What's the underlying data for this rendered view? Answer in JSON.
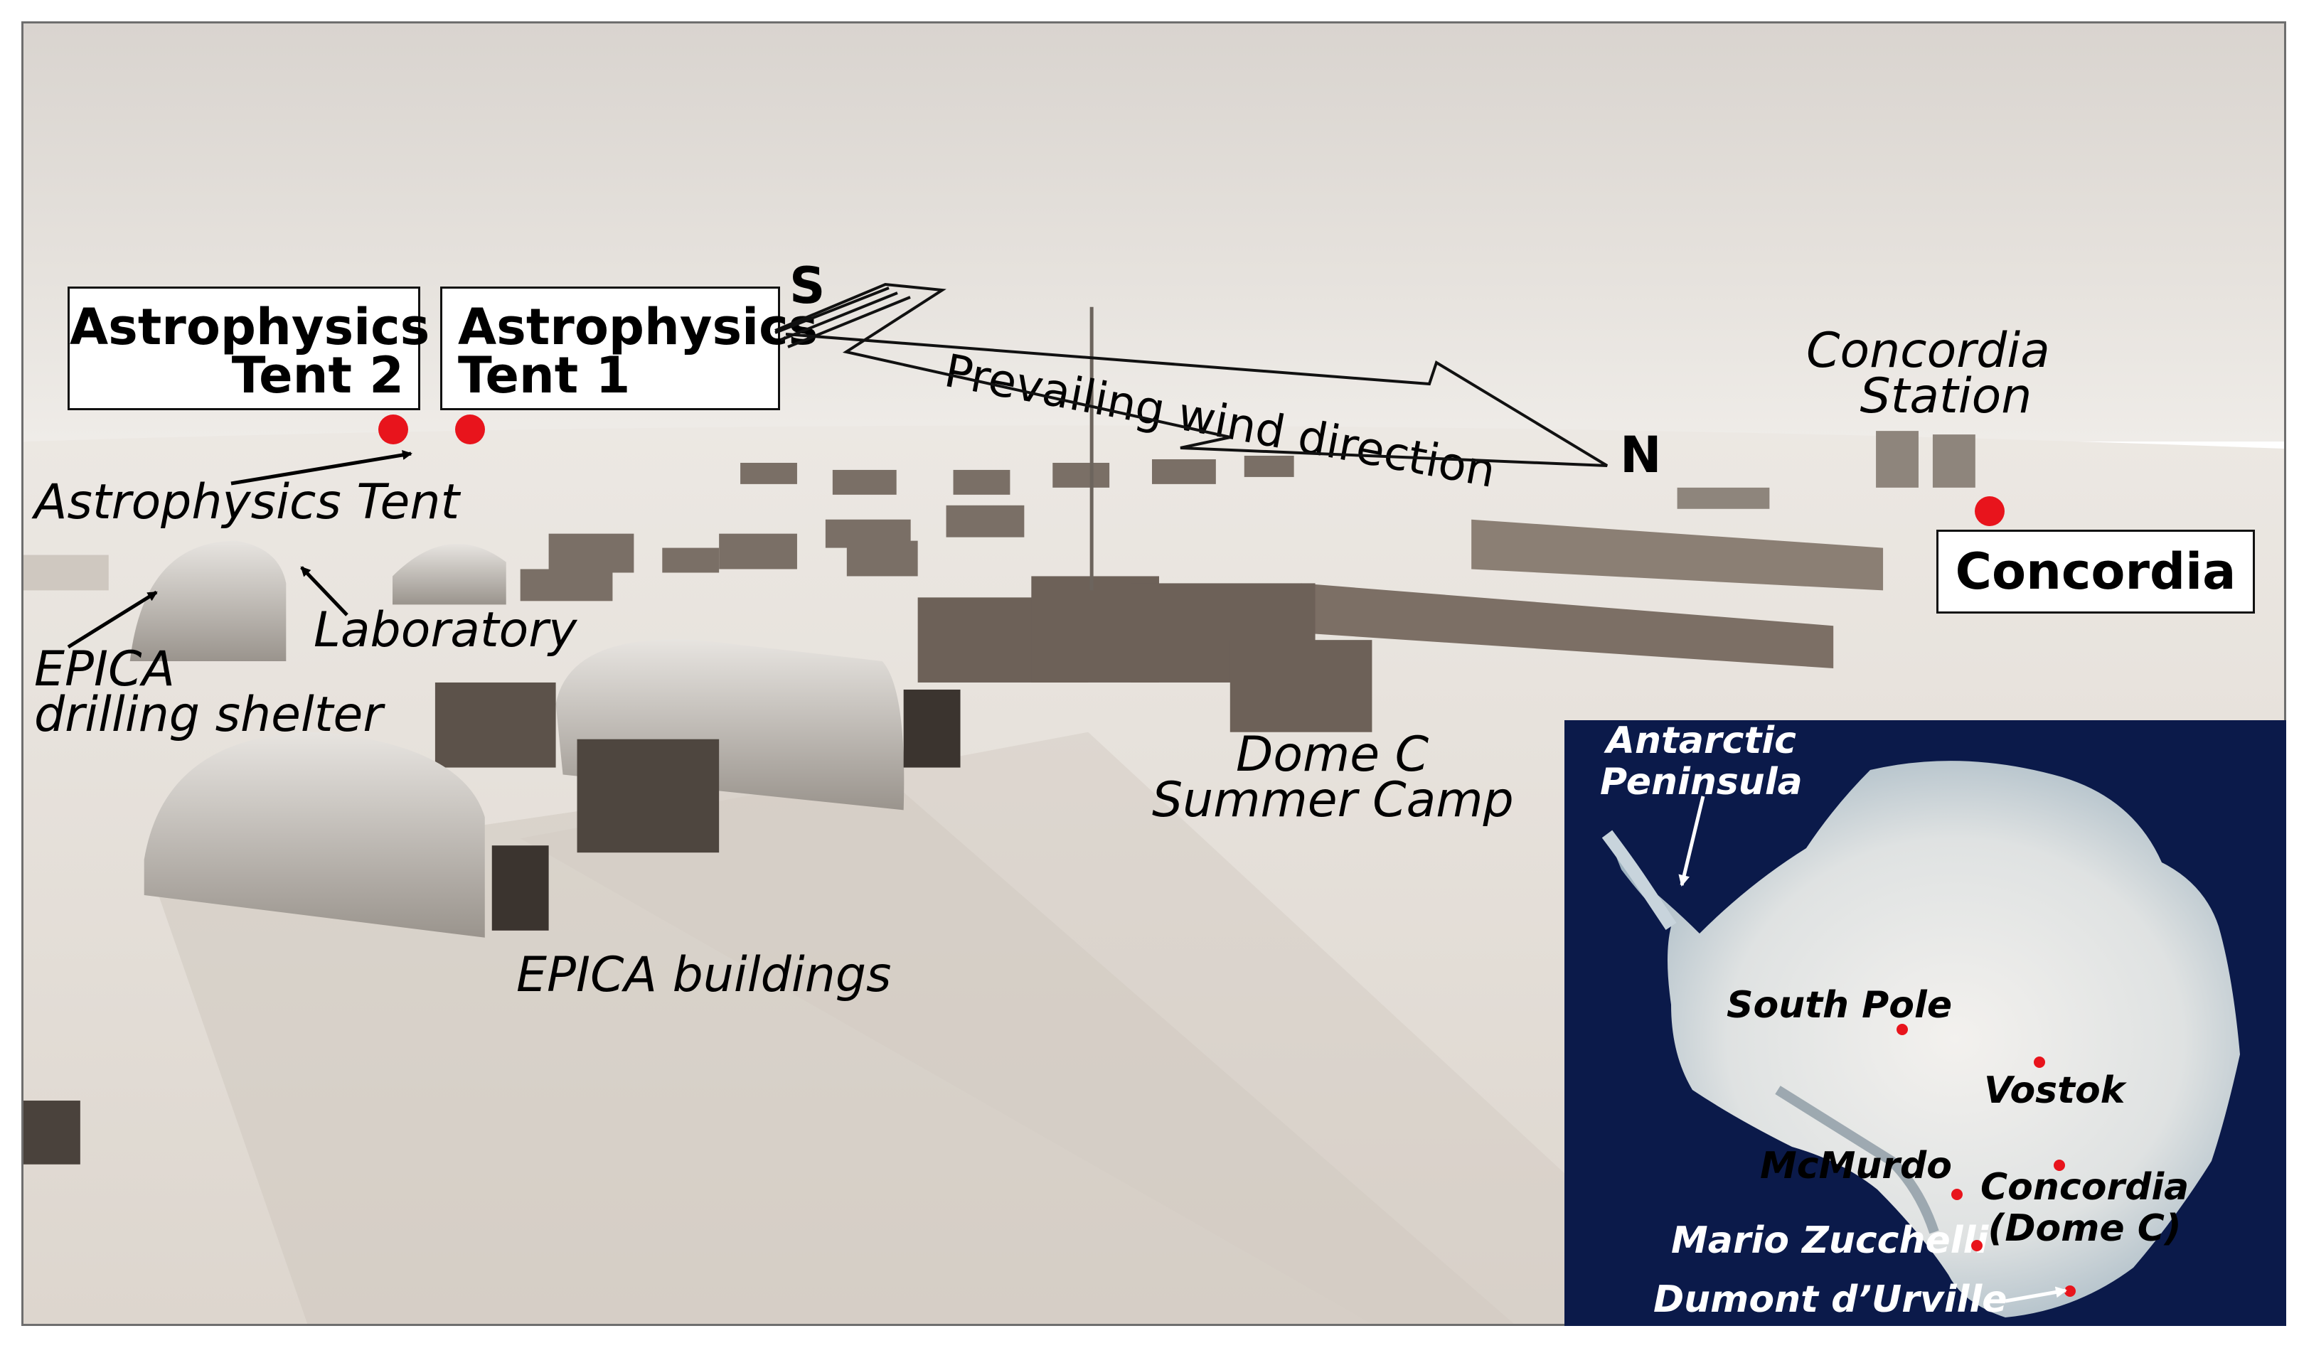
{
  "colors": {
    "site_dot": "#e8141c",
    "map_background": "#0b1a4a",
    "label_border": "#111111"
  },
  "labels": {
    "tent2": [
      "Astrophysics",
      "Tent 2"
    ],
    "tent1": [
      "Astrophysics",
      "Tent 1"
    ],
    "concordia_box": "Concordia",
    "south_marker": "S",
    "north_marker": "N"
  },
  "annotations": {
    "wind": "Prevailing wind direction",
    "astro_tent": "Astrophysics Tent",
    "laboratory": "Laboratory",
    "epica_shelter": [
      "EPICA",
      "drilling shelter"
    ],
    "concordia_station": [
      "Concordia",
      "Station"
    ],
    "dome_c_camp": [
      "Dome C",
      "Summer Camp"
    ],
    "epica_buildings": "EPICA buildings"
  },
  "inset_map": {
    "antarctic_peninsula": [
      "Antarctic",
      "Peninsula"
    ],
    "south_pole": "South Pole",
    "vostok": "Vostok",
    "mcmurdo": "McMurdo",
    "concordia": [
      "Concordia",
      "(Dome C)"
    ],
    "mario_zucchelli": "Mario Zucchelli",
    "dumont_durville": "Dumont d’Urville"
  }
}
